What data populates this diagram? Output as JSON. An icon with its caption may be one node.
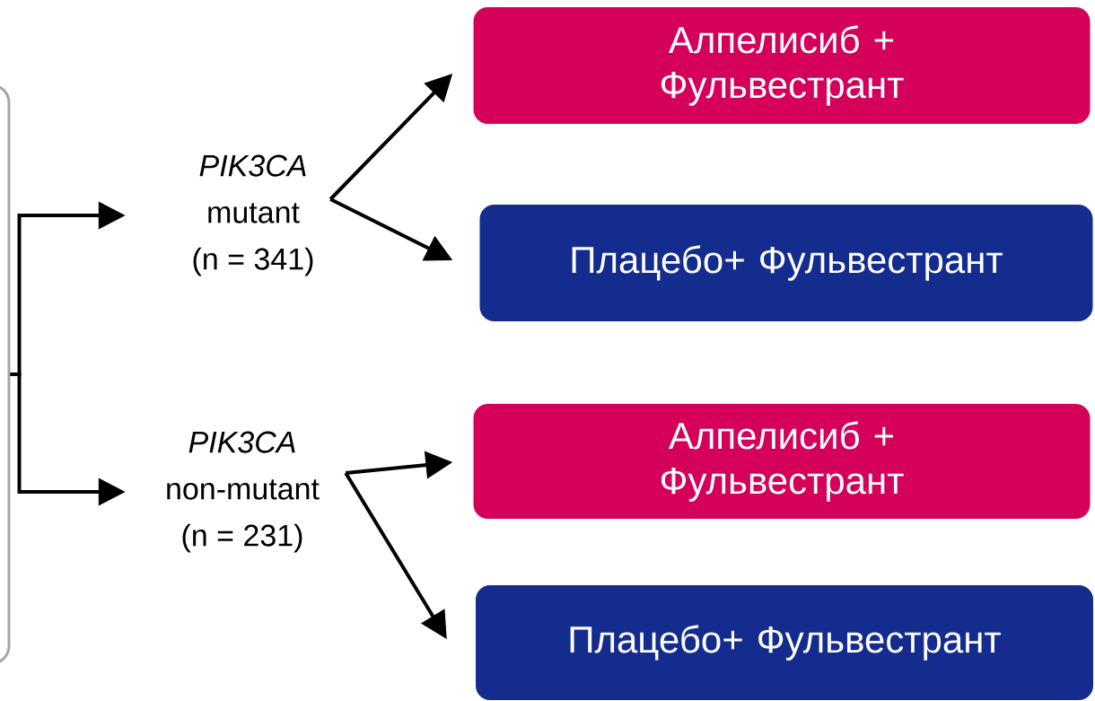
{
  "diagram": {
    "nodes": [
      {
        "text": [],
        "shape": "box"
      },
      {
        "text": [
          "PIK3CA",
          "mutant",
          "(n = 341)"
        ]
      },
      {
        "text": [
          "PIK3CA",
          "non-mutant",
          "(n = 231)"
        ]
      },
      {
        "text": [
          "Алпелисиб + Фульвестрант"
        ]
      },
      {
        "text": [
          "Плацебо+ Фульвестрант"
        ]
      },
      {
        "text": [
          "Алпелисиб + Фульвестрант"
        ]
      },
      {
        "text": [
          "Плацебо+ Фульвестрант"
        ]
      }
    ],
    "edges": [
      {
        "from": 0,
        "to": 1,
        "arrow": "to"
      },
      {
        "from": 0,
        "to": 2,
        "arrow": "to"
      },
      {
        "from": 1,
        "to": 3,
        "arrow": "to"
      },
      {
        "from": 1,
        "to": 4,
        "arrow": "to"
      },
      {
        "from": 2,
        "to": 5,
        "arrow": "to"
      },
      {
        "from": 2,
        "to": 6,
        "arrow": "to"
      }
    ]
  }
}
